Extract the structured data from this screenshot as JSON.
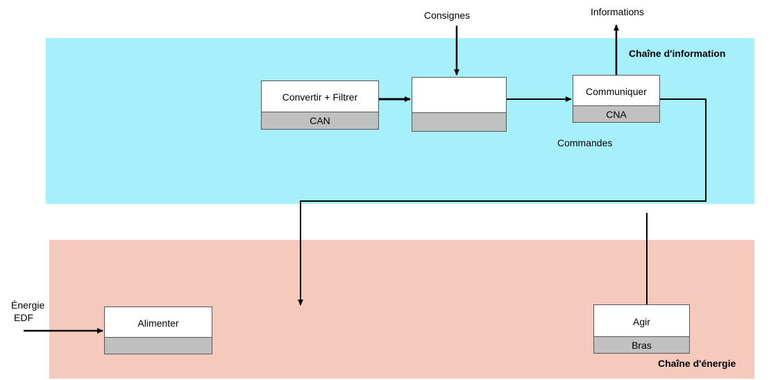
{
  "colors": {
    "info_band": "#a6f0fc",
    "energy_band": "#f6c9bd",
    "box_subband": "#c0c0c0",
    "line": "#000000"
  },
  "information_chain": {
    "title": "Chaîne d'information",
    "inputs": {
      "consignes": "Consignes"
    },
    "outputs": {
      "informations": "Informations",
      "commandes": "Commandes"
    },
    "blocks": {
      "convertir": {
        "function": "Convertir + Filtrer",
        "component": "CAN"
      },
      "traiter": {
        "function": "",
        "component": ""
      },
      "communiquer": {
        "function": "Communiquer",
        "component": "CNA"
      }
    }
  },
  "energy_chain": {
    "title": "Chaîne d'énergie",
    "input": {
      "line1": "Énergie",
      "line2": "EDF"
    },
    "blocks": {
      "alimenter": {
        "function": "Alimenter",
        "component": ""
      },
      "agir": {
        "function": "Agir",
        "component": "Bras"
      }
    }
  }
}
